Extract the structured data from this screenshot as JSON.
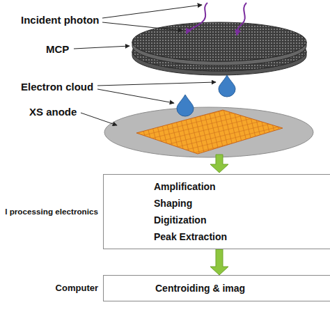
{
  "diagram": {
    "nodes": [
      {
        "text": [
          "l processing electronics",
          "Amplification",
          "Shaping",
          "Digitization",
          "Peak Extraction"
        ]
      },
      {
        "text": [
          "Computer",
          "Centroiding & imag"
        ]
      }
    ],
    "edges": [
      {
        "from": 0,
        "to": 1,
        "arrow": "to"
      }
    ],
    "labels": [
      "Incident photon",
      "MCP",
      "Electron cloud",
      "XS anode"
    ]
  }
}
